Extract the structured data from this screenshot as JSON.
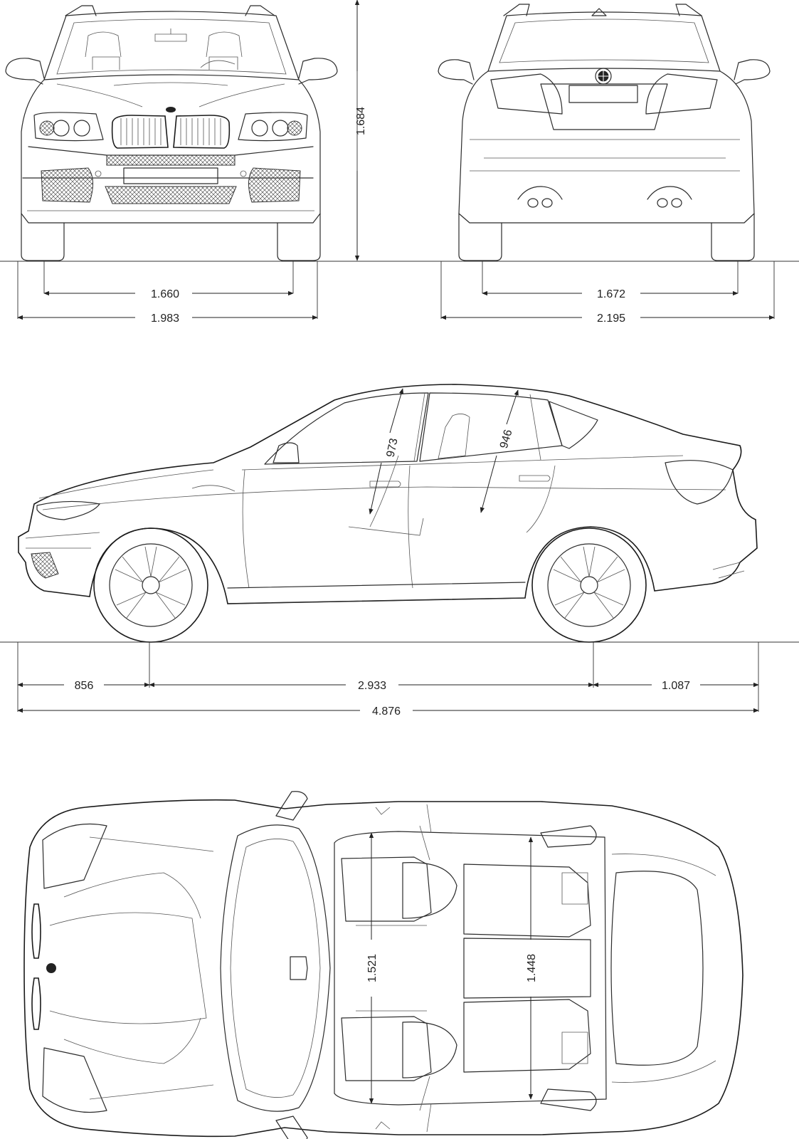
{
  "views": {
    "front": {
      "dimensions": {
        "height": "1.684",
        "track": "1.660",
        "width": "1.983"
      }
    },
    "rear": {
      "dimensions": {
        "track": "1.672",
        "width_mirrors": "2.195"
      }
    },
    "side": {
      "dimensions": {
        "front_headroom": "973",
        "rear_headroom": "946",
        "front_overhang": "856",
        "wheelbase": "2.933",
        "rear_overhang": "1.087",
        "length": "4.876"
      }
    },
    "top": {
      "dimensions": {
        "front_shoulder_width": "1.521",
        "rear_shoulder_width": "1.448"
      }
    }
  }
}
